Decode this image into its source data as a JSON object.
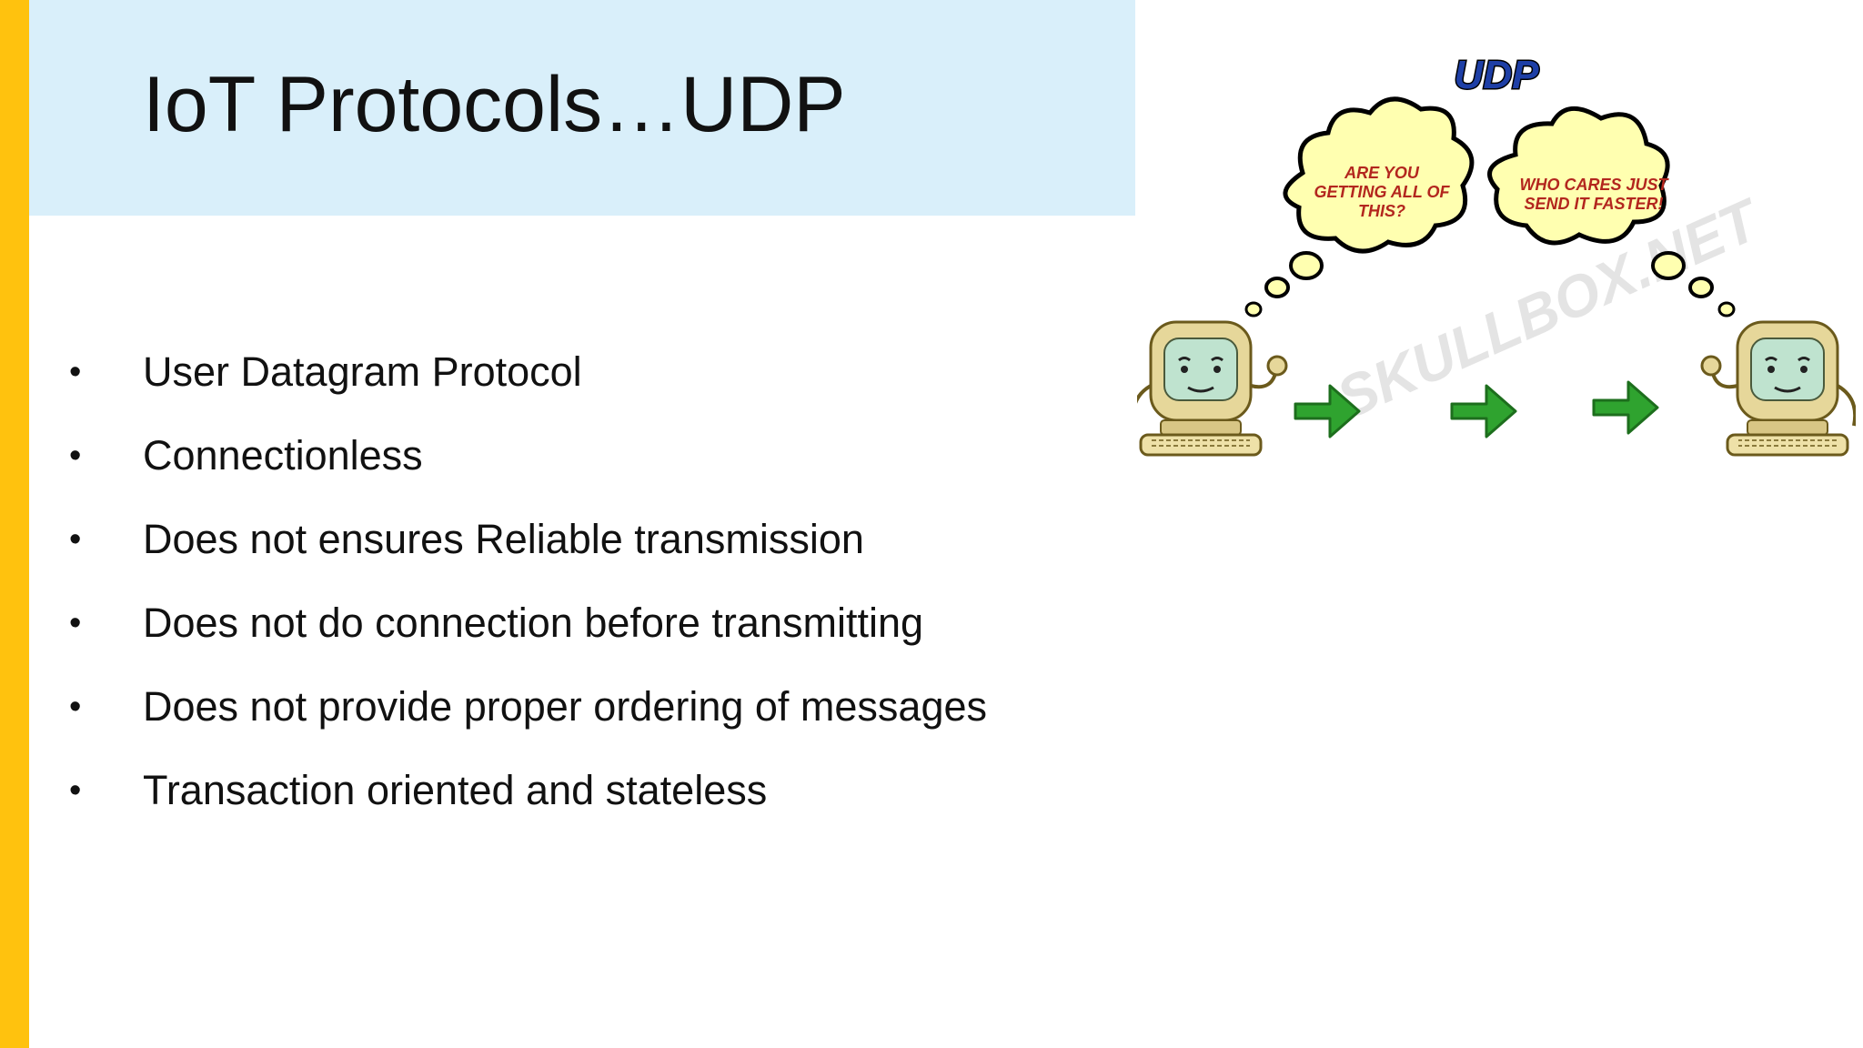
{
  "slide": {
    "title": "IoT Protocols…UDP",
    "bullets": [
      "User Datagram Protocol",
      "Connectionless",
      "Does not ensures Reliable transmission",
      "Does not do connection before transmitting",
      "Does not provide proper ordering of messages",
      "Transaction oriented and stateless"
    ]
  },
  "illustration": {
    "logo": "UDP",
    "bubble_left": [
      "ARE YOU",
      "GETTING ALL OF",
      "THIS?"
    ],
    "bubble_right": [
      "WHO CARES JUST",
      "SEND IT FASTER!"
    ],
    "watermark": "SKULLBOX.NET",
    "icons": [
      "computer-icon",
      "arrow-right-icon",
      "thought-bubble-icon"
    ]
  },
  "colors": {
    "accent_bar": "#FFC20E",
    "title_band": "#D9EFFA",
    "bubble_fill": "#FFFFB0",
    "arrow_green": "#2FA32F",
    "computer_beige": "#E6D79A",
    "screen_green": "#BFE3CF",
    "logo_blue": "#1E3FA6"
  }
}
